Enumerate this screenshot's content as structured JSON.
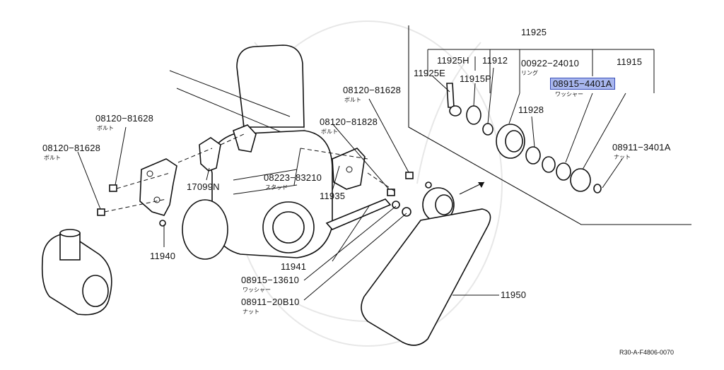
{
  "diagram": {
    "labels": {
      "p11925": "11925",
      "p11925H": "11925H",
      "p11912": "11912",
      "p00922": "00922−24010",
      "p11915": "11915",
      "p11925E": "11925E",
      "p11915P": "11915P",
      "p08915_4401A": "08915−4401A",
      "p11928": "11928",
      "p08911_3401A": "08911−3401A",
      "p08120_a": "08120−81628",
      "p08120_b": "08120−81828",
      "p08120_c": "08120−81628",
      "p08120_d": "08120−81628",
      "p08223": "08223−83210",
      "p17099N": "17099N",
      "p11935": "11935",
      "p11940": "11940",
      "p11941": "11941",
      "p08915_13610": "08915−13610",
      "p08911_20B10": "08911−20B10",
      "p11950": "11950"
    },
    "sublabels": {
      "ring": "リング",
      "washer1": "ワッシャー",
      "nut1": "ナット",
      "bolt1": "ボルト",
      "bolt2": "ボルト",
      "bolt3": "ボルト",
      "bolt4": "ボルト",
      "stud": "スタッド",
      "washer2": "ワッシャー",
      "nut2": "ナット"
    },
    "highlighted_part": "08915−4401A",
    "highlight_color": "#a8b6ee",
    "code": "R30-A-F4806-0070"
  }
}
